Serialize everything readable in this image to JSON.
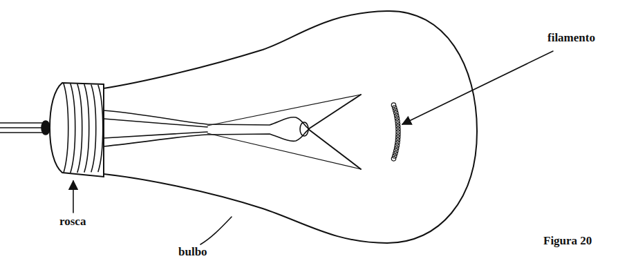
{
  "diagram": {
    "labels": [
      "filamento",
      "rosca",
      "bulbo",
      "Figura 20"
    ]
  }
}
